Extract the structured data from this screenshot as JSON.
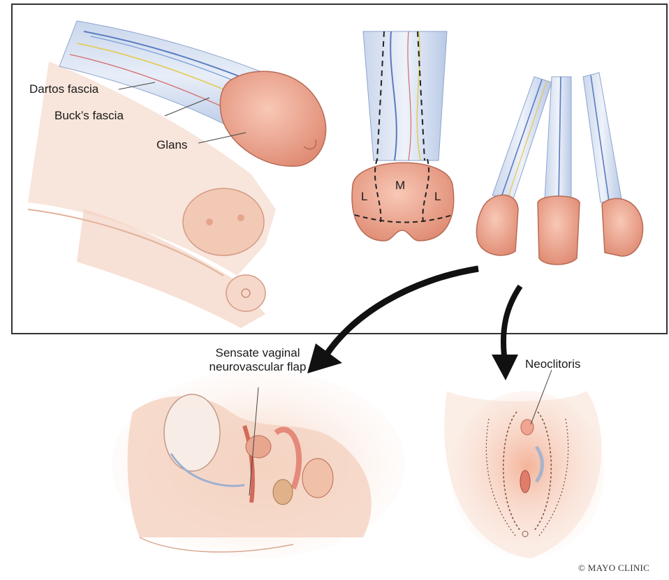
{
  "labels": {
    "dartos": "Dartos fascia",
    "bucks": "Buck’s fascia",
    "glans": "Glans",
    "flap_line1": "Sensate vaginal",
    "flap_line2": "neurovascular flap",
    "neoclitoris": "Neoclitoris"
  },
  "segments": {
    "left": "L",
    "middle": "M",
    "right": "L"
  },
  "copyright": "© MAYO CLINIC",
  "colors": {
    "skin": "#f2b9a3",
    "glans": "#ec9d86",
    "frame": "#333333",
    "arrow": "#111111"
  }
}
